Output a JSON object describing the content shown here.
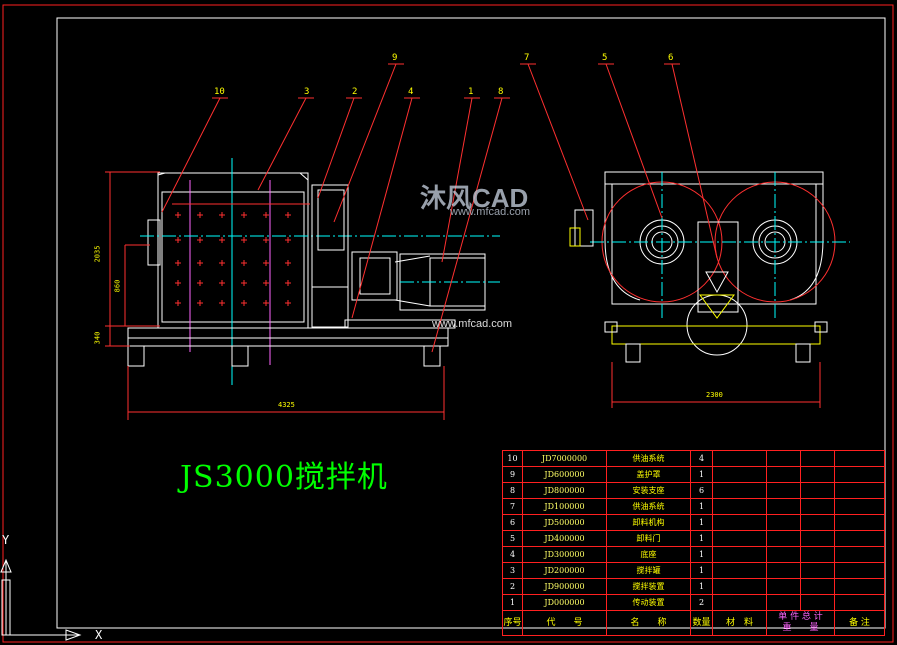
{
  "title": "JS3000搅拌机",
  "watermark": {
    "brand": "沐风CAD",
    "url": "www.mfcad.com",
    "url2": "www.mfcad.com"
  },
  "callouts": [
    "10",
    "3",
    "2",
    "9",
    "4",
    "1",
    "8",
    "7",
    "5",
    "6"
  ],
  "dimensions": {
    "overall_height": "2035",
    "lower_height": "860",
    "base_height": "340",
    "length": "4325",
    "width": "2300"
  },
  "axis": {
    "x": "X",
    "y": "Y"
  },
  "bom": {
    "rows": [
      {
        "no": "10",
        "code": "JD7000000",
        "name": "供油系统",
        "qty": "4"
      },
      {
        "no": "9",
        "code": "JD600000",
        "name": "盖护罩",
        "qty": "1"
      },
      {
        "no": "8",
        "code": "JD800000",
        "name": "安装支座",
        "qty": "6"
      },
      {
        "no": "7",
        "code": "JD100000",
        "name": "供油系统",
        "qty": "1"
      },
      {
        "no": "6",
        "code": "JD500000",
        "name": "卸料机构",
        "qty": "1"
      },
      {
        "no": "5",
        "code": "JD400000",
        "name": "卸料门",
        "qty": "1"
      },
      {
        "no": "4",
        "code": "JD300000",
        "name": "底座",
        "qty": "1"
      },
      {
        "no": "3",
        "code": "JD200000",
        "name": "搅拌罐",
        "qty": "1"
      },
      {
        "no": "2",
        "code": "JD900000",
        "name": "搅拌装置",
        "qty": "1"
      },
      {
        "no": "1",
        "code": "JD000000",
        "name": "传动装置",
        "qty": "2"
      }
    ],
    "header": {
      "no": "序号",
      "code": "代　　号",
      "name": "名　　称",
      "qty": "数量",
      "material": "材　料",
      "unit_weight": "单 件 总 计",
      "weight": "重　　量",
      "remark": "备 注"
    }
  }
}
